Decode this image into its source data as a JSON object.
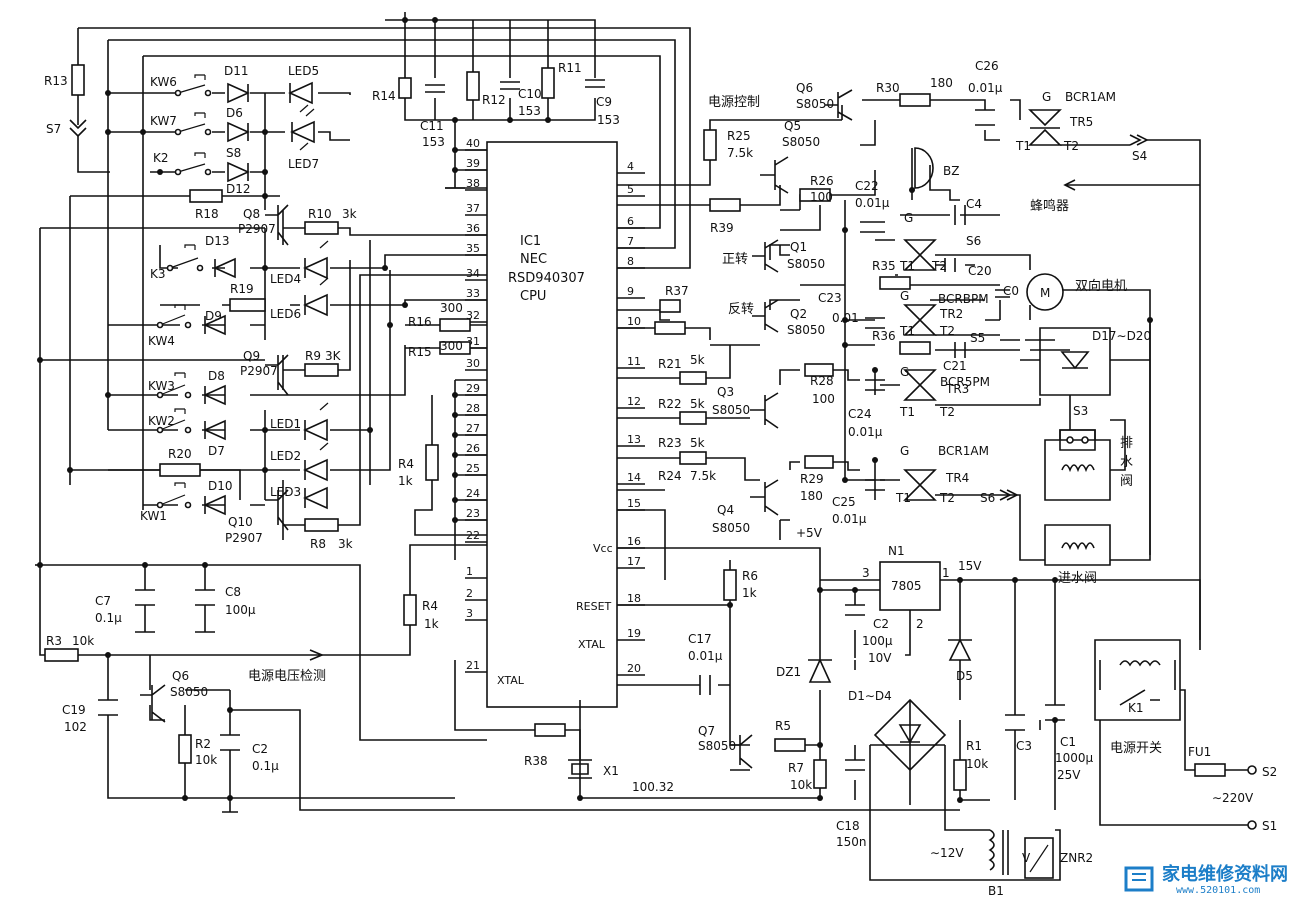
{
  "ic": {
    "ref": "IC1",
    "maker": "NEC",
    "part": "RSD940307",
    "role": "CPU",
    "pins_left": [
      "40",
      "39",
      "38",
      "37",
      "36",
      "35",
      "34",
      "33",
      "32",
      "31",
      "30",
      "29",
      "28",
      "27",
      "26",
      "25",
      "24",
      "23",
      "22",
      "1",
      "2",
      "3",
      "21"
    ],
    "pins_right": [
      "4",
      "5",
      "6",
      "7",
      "8",
      "9",
      "10",
      "11",
      "12",
      "13",
      "14",
      "15",
      "16",
      "17",
      "18",
      "19",
      "20"
    ],
    "vcc": "Vcc",
    "reset": "RESET",
    "xtal_right": "XTAL",
    "xtal_left": "XTAL"
  },
  "labels": {
    "r13": "R13",
    "s7": "S7",
    "kw6": "KW6",
    "kw7": "KW7",
    "k2": "K2",
    "k3": "K3",
    "kw4": "KW4",
    "kw3": "KW3",
    "kw2": "KW2",
    "kw1": "KW1",
    "d11": "D11",
    "d6": "D6",
    "s8": "S8",
    "d12": "D12",
    "d13": "D13",
    "d9": "D9",
    "d8": "D8",
    "d7": "D7",
    "d10": "D10",
    "led5": "LED5",
    "led7": "LED7",
    "led4": "LED4",
    "led6": "LED6",
    "led1": "LED1",
    "led2": "LED2",
    "led3": "LED3",
    "r18": "R18",
    "q8": "Q8",
    "q8t": "P2907",
    "r10": "R10",
    "r10v": "3k",
    "r19": "R19",
    "q9": "Q9",
    "q9t": "P2907",
    "r9": "R9",
    "r9v": "3K",
    "r20": "R20",
    "q10": "Q10",
    "q10t": "P2907",
    "r8": "R8",
    "r8v": "3k",
    "r16": "R16",
    "r16v": "300",
    "r15": "R15",
    "r15v": "300",
    "r4a": "R4",
    "r4av": "1k",
    "r14": "R14",
    "c11": "C11",
    "c11v": "153",
    "r12": "R12",
    "c10": "C10",
    "c10v": "153",
    "r11": "R11",
    "c9": "C9",
    "c9v": "153",
    "c7": "C7",
    "c7v": "0.1μ",
    "c8": "C8",
    "c8v": "100μ",
    "r3": "R3",
    "r3v": "10k",
    "r4": "R4",
    "r4v": "1k",
    "c19": "C19",
    "c19v": "102",
    "q6b": "Q6",
    "q6bt": "S8050",
    "r2": "R2",
    "r2v": "10k",
    "c2b": "C2",
    "c2bv": "0.1μ",
    "vdet": "电源电压检测",
    "r38": "R38",
    "x1": "X1",
    "xval": "100.32",
    "r6": "R6",
    "r6v": "1k",
    "c17": "C17",
    "c17v": "0.01μ",
    "q7": "Q7",
    "q7t": "S8050",
    "r5": "R5",
    "r7": "R7",
    "r7v": "10k",
    "c18": "C18",
    "c18v": "150n",
    "pwrctl": "电源控制",
    "q6": "Q6",
    "q6t": "S8050",
    "r30": "R30",
    "r30v": "180",
    "c26": "C26",
    "c26v": "0.01μ",
    "g5": "G",
    "bcr1am_top": "BCR1AM",
    "tr5": "TR5",
    "t1_5": "T1",
    "t2_5": "T2",
    "s4": "S4",
    "r25": "R25",
    "r25v": "7.5k",
    "q5": "Q5",
    "q5t": "S8050",
    "r26": "R26",
    "r26v": "100",
    "bz": "BZ",
    "buzzer": "蜂鸣器",
    "c22": "C22",
    "c22v": "0.01μ",
    "r39": "R39",
    "c4": "C4",
    "gbz": "G",
    "s6a": "S6",
    "fwd": "正转",
    "q1": "Q1",
    "q1t": "S8050",
    "t1_1": "T1",
    "t2_1": "T2",
    "r35": "R35",
    "c20": "C20",
    "c0": "C0",
    "motor": "M",
    "motor_label": "双向电机",
    "r37": "R37",
    "rev": "反转",
    "q2": "Q2",
    "q2t": "S8050",
    "c23": "C23",
    "c23v": "0.01",
    "g2": "G",
    "bcrbpm": "BCRBPM",
    "tr2": "TR2",
    "t1_2": "T1",
    "t2_2": "T2",
    "s5": "S5",
    "r36": "R36",
    "c21": "C21",
    "bcr5pm": "BCR5PM",
    "d1720": "D17∼D20",
    "r21": "R21",
    "r21v": "5k",
    "r28": "R28",
    "r28v": "100",
    "q3": "Q3",
    "q3t": "S8050",
    "g3": "G",
    "tr3": "TR3",
    "t1_3": "T1",
    "t2_3": "T2",
    "s3": "S3",
    "r22": "R22",
    "r22v": "5k",
    "c24": "C24",
    "c24v": "0.01μ",
    "drain": "排\n水\n阀",
    "r23": "R23",
    "r23v": "5k",
    "r24": "R24",
    "r24v": "7.5k",
    "bcr1am": "BCR1AM",
    "g4": "G",
    "q4": "Q4",
    "q4t": "S8050",
    "r29": "R29",
    "r29v": "180",
    "tr4": "TR4",
    "t1_4": "T1",
    "t2_4": "T2",
    "s6b": "S6",
    "c25": "C25",
    "c25v": "0.01μ",
    "plus5": "+5V",
    "inlet": "进水阀",
    "n1": "N1",
    "reg": "7805",
    "p3": "3",
    "p1": "1",
    "p2": "2",
    "v15": "15V",
    "c2": "C2",
    "c2v": "100μ",
    "c2v2": "10V",
    "dz1": "DZ1",
    "d5": "D5",
    "d14": "D1∼D4",
    "r1": "R1",
    "r1v": "10k",
    "c3": "C3",
    "c1": "C1",
    "c1v": "1000μ",
    "c1v2": "25V",
    "k1": "K1",
    "pwrsw": "电源开关",
    "fu1": "FU1",
    "s2": "S2",
    "s1": "S1",
    "v220": "∼220V",
    "v12": "∼12V",
    "b1": "B1",
    "v": "V",
    "znr2": "ZNR2"
  },
  "watermark": {
    "text": "家电维修资料网",
    "url": "www.520101.com"
  },
  "colors": {
    "ink": "#111111",
    "watermark": "#1c7ec8"
  }
}
